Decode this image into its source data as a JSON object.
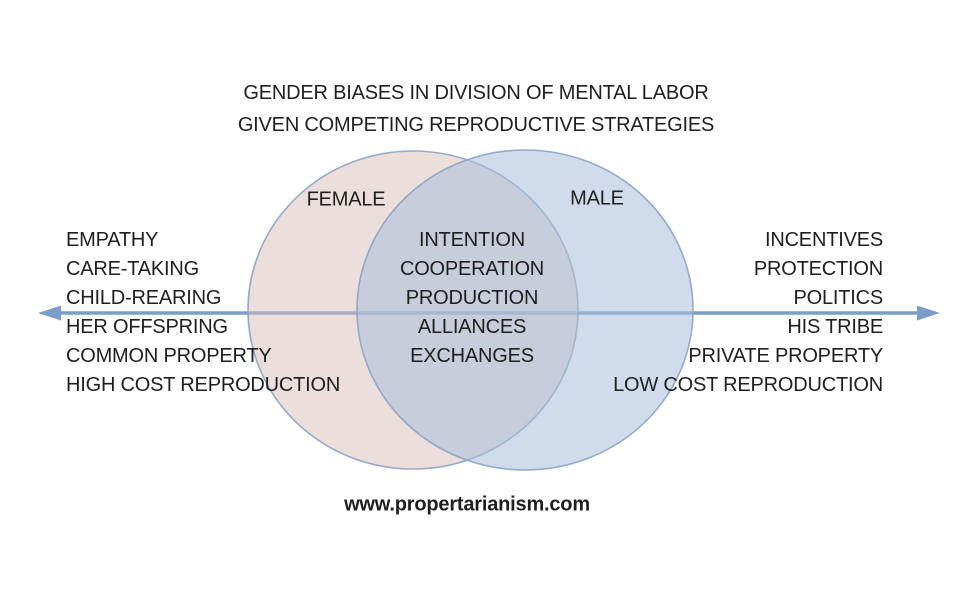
{
  "title": {
    "line1": "GENDER BIASES IN DIVISION OF MENTAL LABOR",
    "line2": "GIVEN COMPETING REPRODUCTIVE STRATEGIES"
  },
  "venn": {
    "type": "venn-2-set",
    "female": {
      "label": "FEMALE",
      "traits": [
        "EMPATHY",
        "CARE-TAKING",
        "CHILD-REARING",
        "HER OFFSPRING",
        "COMMON PROPERTY",
        "HIGH COST REPRODUCTION"
      ]
    },
    "male": {
      "label": "MALE",
      "traits": [
        "INCENTIVES",
        "PROTECTION",
        "POLITICS",
        "HIS TRIBE",
        "PRIVATE PROPERTY",
        "LOW COST REPRODUCTION"
      ]
    },
    "shared": {
      "traits": [
        "INTENTION",
        "COOPERATION",
        "PRODUCTION",
        "ALLIANCES",
        "EXCHANGES"
      ]
    },
    "colors": {
      "female_fill": "#d8bdb8",
      "male_fill": "#aac0da",
      "circle_stroke": "#8ba3c7",
      "arrow": "#7b9dca",
      "text": "#1f1f1f"
    }
  },
  "footer": {
    "url": "www.propertarianism.com"
  }
}
